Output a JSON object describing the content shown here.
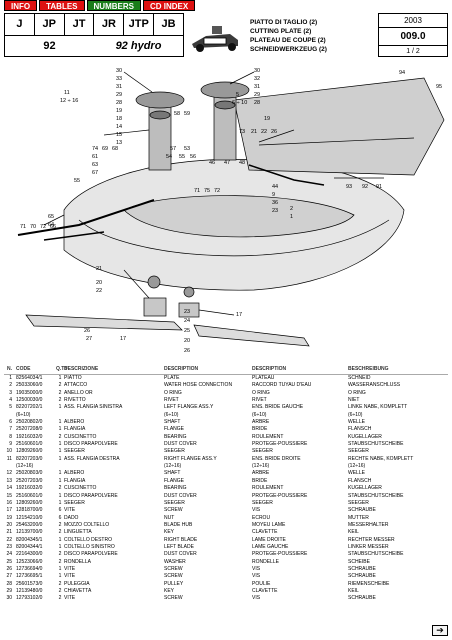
{
  "nav": {
    "info": "INFO",
    "tables": "TABLES",
    "numbers": "NUMBERS",
    "cd_index": "CD INDEX"
  },
  "models": {
    "codes": [
      "J",
      "JP",
      "JT",
      "JR",
      "JTP",
      "JB"
    ],
    "sub_a": "92",
    "sub_b": "92 hydro"
  },
  "titles": [
    "PIATTO DI TAGLIO (2)",
    "CUTTING PLATE (2)",
    "PLATEAU DE COUPE (2)",
    "SCHNEIDWERKZEUG (2)"
  ],
  "code_box": {
    "year": "2003",
    "code": "009.0",
    "page": "1 / 2"
  },
  "diagram_labels": [
    "30",
    "33",
    "31",
    "29",
    "28",
    "19",
    "18",
    "14",
    "15",
    "13",
    "11",
    "12 ÷ 16",
    "74",
    "69",
    "68",
    "61",
    "63",
    "67",
    "55",
    "58",
    "5",
    "6 ÷ 10",
    "73",
    "21",
    "22",
    "26",
    "94",
    "95",
    "57",
    "53",
    "56",
    "54",
    "56",
    "46",
    "47",
    "48",
    "4",
    "44",
    "9",
    "36",
    "23",
    "93",
    "92",
    "91",
    "65",
    "70",
    "72",
    "66",
    "64",
    "71",
    "75",
    "72",
    "2",
    "1",
    "21",
    "20",
    "22",
    "27",
    "26",
    "17",
    "23",
    "24",
    "25",
    "17",
    "20",
    "26"
  ],
  "table": {
    "headers": [
      "N.",
      "CODE",
      "Q.TY",
      "DESCRIZIONE",
      "DESCRIPTION",
      "DESCRIPTION",
      "BESCHREIBUNG"
    ],
    "rows": [
      [
        "1",
        "82564034/1",
        "1",
        "PIATTO",
        "PLATE",
        "PLATEAU",
        "SCHNEID"
      ],
      [
        "2",
        "25033060/0",
        "2",
        "ATTACCO",
        "WATER HOSE CONNECTION",
        "RACCORD TUYAU D'EAU",
        "WASSERANSCHLUSS"
      ],
      [
        "3",
        "19035000/0",
        "2",
        "ANELLO OR",
        "O RING",
        "O RING",
        "O RING"
      ],
      [
        "4",
        "12500030/0",
        "2",
        "RIVETTO",
        "RIVET",
        "RIVET",
        "NIET"
      ],
      [
        "5",
        "82207202/1",
        "1",
        "ASS. FLANGIA SINISTRA",
        "LEFT FLANGE ASS.Y",
        "ENS. BRIDE GAUCHE",
        "LINKE NABE, KOMPLETT"
      ],
      [
        "",
        "(6÷10)",
        "",
        "",
        "(6÷10)",
        "(6÷10)",
        "(6÷10)"
      ],
      [
        "6",
        "25020802/0",
        "1",
        "ALBERO",
        "SHAFT",
        "ARBRE",
        "WELLE"
      ],
      [
        "7",
        "25207208/0",
        "1",
        "FLANGIA",
        "FLANGE",
        "BRIDE",
        "FLANSCH"
      ],
      [
        "8",
        "19216032/0",
        "2",
        "CUSCINETTO",
        "BEARING",
        "ROULEMENT",
        "KUGELLAGER"
      ],
      [
        "9",
        "25160601/0",
        "1",
        "DISCO PARAPOLVERE",
        "DUST COVER",
        "PROTEGE-POUSSIERE",
        "STAUBSCHUTSCHEIBE"
      ],
      [
        "10",
        "12809260/0",
        "1",
        "SEEGER",
        "SEEGER",
        "SEEGER",
        "SEEGER"
      ],
      [
        "11",
        "82207203/0",
        "1",
        "ASS. FLANGIA DESTRA",
        "RIGHT FLANGE ASS.Y",
        "ENS. BRIDE DROITE",
        "RECHTE NABE, KOMPLETT"
      ],
      [
        "",
        "(12÷16)",
        "",
        "",
        "(12÷16)",
        "(12÷16)",
        "(12÷16)"
      ],
      [
        "12",
        "25020803/0",
        "1",
        "ALBERO",
        "SHAFT",
        "ARBRE",
        "WELLE"
      ],
      [
        "13",
        "25207203/0",
        "1",
        "FLANGIA",
        "FLANGE",
        "BRIDE",
        "FLANSCH"
      ],
      [
        "14",
        "19216032/0",
        "2",
        "CUSCINETTO",
        "BEARING",
        "ROULEMENT",
        "KUGELLAGER"
      ],
      [
        "15",
        "25160601/0",
        "1",
        "DISCO PARAPOLVERE",
        "DUST COVER",
        "PROTEGE-POUSSIERE",
        "STAUBSCHUTSCHEIBE"
      ],
      [
        "16",
        "12809260/0",
        "1",
        "SEEGER",
        "SEEGER",
        "SEEGER",
        "SEEGER"
      ],
      [
        "17",
        "12818700/0",
        "6",
        "VITE",
        "SCREW",
        "VIS",
        "SCHRAUBE"
      ],
      [
        "19",
        "12154210/0",
        "6",
        "DADO",
        "NUT",
        "ECROU",
        "MUTTER"
      ],
      [
        "20",
        "25463200/0",
        "2",
        "MOZZO COLTELLO",
        "BLADE HUB",
        "MOYEU LAME",
        "MESSERHALTER"
      ],
      [
        "21",
        "12139700/0",
        "2",
        "LINGUETTA",
        "KEY",
        "CLAVETTE",
        "KEIL"
      ],
      [
        "22",
        "82004345/1",
        "1",
        "COLTELLO DESTRO",
        "RIGHT BLADE",
        "LAME DROITE",
        "RECHTER MESSER"
      ],
      [
        "23",
        "82004344/1",
        "1",
        "COLTELLO SINISTRO",
        "LEFT BLADE",
        "LAME GAUCHE",
        "LINKER MESSER"
      ],
      [
        "24",
        "22164300/0",
        "2",
        "DISCO PARAPOLVERE",
        "DUST COVER",
        "PROTEGE-POUSSIERE",
        "STAUBSCHUTSCHEIBE"
      ],
      [
        "25",
        "12523066/0",
        "2",
        "RONDELLA",
        "WASHER",
        "RONDELLE",
        "SCHEIBE"
      ],
      [
        "26",
        "12736694/0",
        "1",
        "VITE",
        "SCREW",
        "VIS",
        "SCHRAUBE"
      ],
      [
        "27",
        "12736695/1",
        "1",
        "VITE",
        "SCREW",
        "VIS",
        "SCHRAUBE"
      ],
      [
        "28",
        "25601573/0",
        "2",
        "PULEGGIA",
        "PULLEY",
        "POULIE",
        "RIEMENSCHEIBE"
      ],
      [
        "29",
        "12139480/0",
        "2",
        "CHIAVETTA",
        "KEY",
        "CLAVETTE",
        "KEIL"
      ],
      [
        "30",
        "12793102/0",
        "2",
        "VITE",
        "SCREW",
        "VIS",
        "SCHRAUBE"
      ]
    ]
  },
  "next_icon": "arrow-right-icon",
  "colors": {
    "nav_red": "#dd1111",
    "nav_green": "#1a7d1a"
  }
}
